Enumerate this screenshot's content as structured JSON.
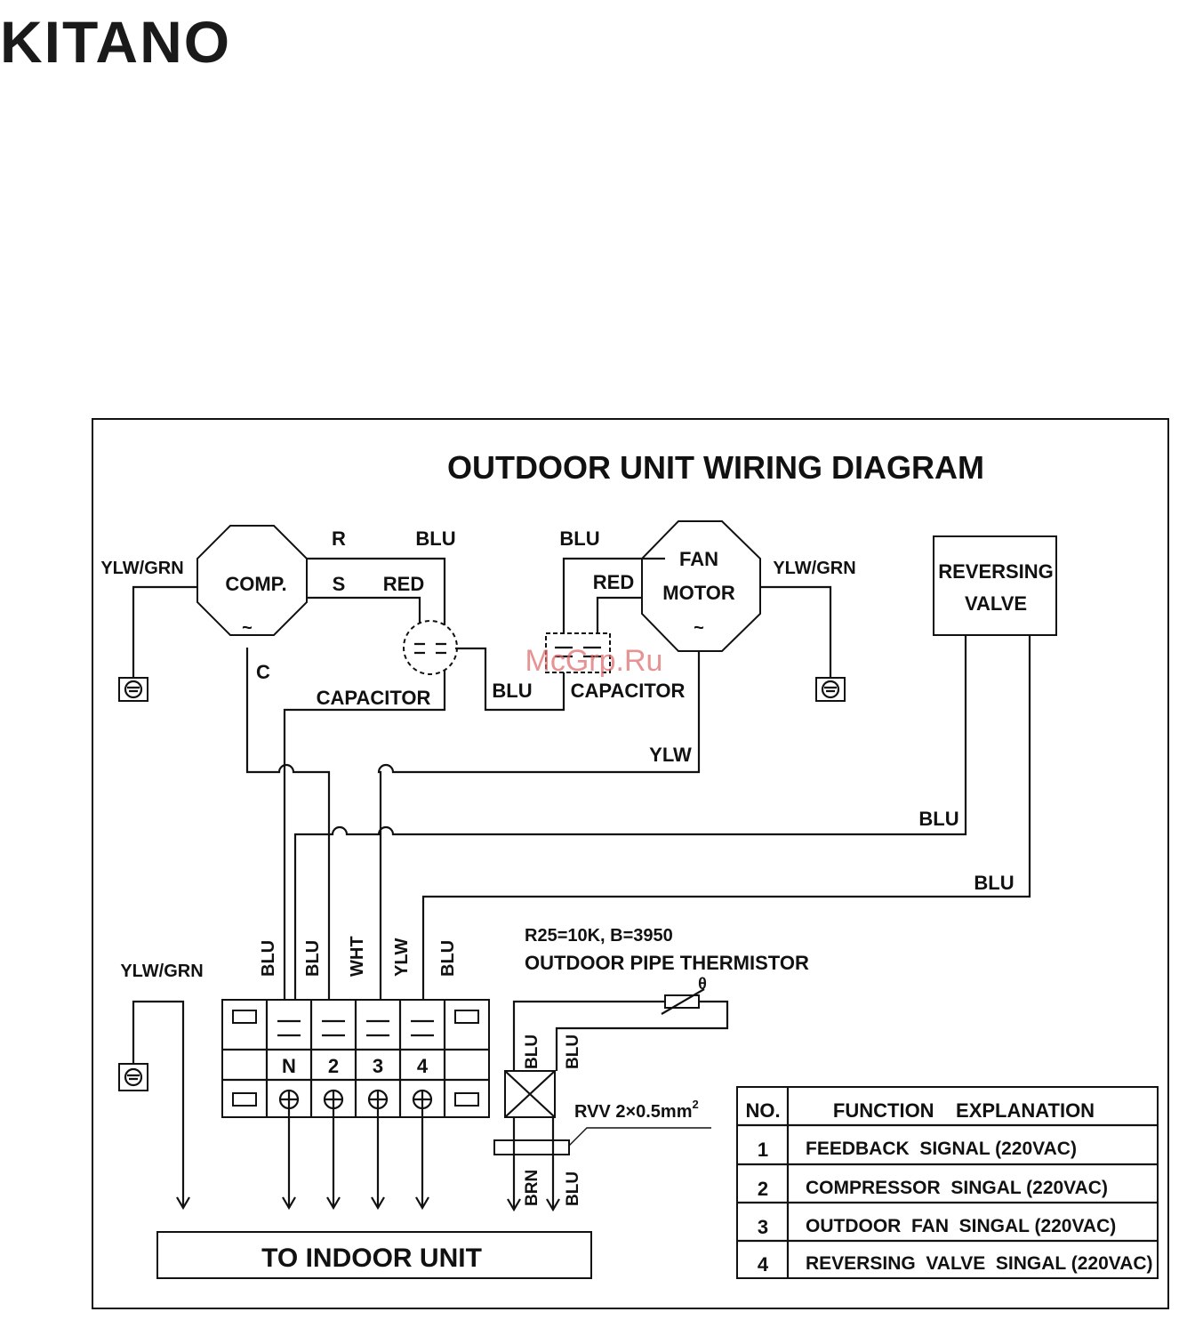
{
  "logo": {
    "text": "KITANO"
  },
  "title": "OUTDOOR UNIT WIRING DIAGRAM",
  "watermark": "McGrp.Ru",
  "components": {
    "compressor": {
      "label": "COMP.",
      "symbol": "~",
      "terminal_r": "R",
      "terminal_s": "S",
      "terminal_c": "C"
    },
    "fan_motor": {
      "line1": "FAN",
      "line2": "MOTOR",
      "symbol": "~"
    },
    "reversing_valve": {
      "line1": "REVERSING",
      "line2": "VALVE"
    },
    "capacitor_left": "CAPACITOR",
    "capacitor_right": "CAPACITOR"
  },
  "wire_labels": {
    "ylwgrn_left": "YLW/GRN",
    "ylwgrn_right": "YLW/GRN",
    "ylwgrn_bottom": "YLW/GRN",
    "blu_top_comp": "BLU",
    "red_comp": "RED",
    "blu_top_fan": "BLU",
    "red_fan": "RED",
    "blu_between_caps": "BLU",
    "ylw_fan": "YLW",
    "blu_valve_1": "BLU",
    "blu_valve_2": "BLU",
    "terminal_wires": [
      "BLU",
      "BLU",
      "WHT",
      "YLW",
      "BLU"
    ],
    "thermistor_wires": [
      "BLU",
      "BLU"
    ],
    "bottom_wires": [
      "BRN",
      "BLU"
    ]
  },
  "thermistor": {
    "spec": "R25=10K,  B=3950",
    "label": "OUTDOOR PIPE THERMISTOR",
    "symbol": "θ"
  },
  "cable": {
    "label": "RVV 2×0.5mm",
    "sup": "2"
  },
  "terminal_block": {
    "numbers": [
      "N",
      "2",
      "3",
      "4"
    ]
  },
  "to_indoor": "TO INDOOR UNIT",
  "function_table": {
    "headers": [
      "NO.",
      "FUNCTION    EXPLANATION"
    ],
    "rows": [
      {
        "no": "1",
        "text": "FEEDBACK  SIGNAL (220VAC)"
      },
      {
        "no": "2",
        "text": "COMPRESSOR  SINGAL (220VAC)"
      },
      {
        "no": "3",
        "text": "OUTDOOR  FAN  SINGAL (220VAC)"
      },
      {
        "no": "4",
        "text": "REVERSING  VALVE  SINGAL (220VAC)"
      }
    ]
  },
  "colors": {
    "ink": "#111111",
    "watermark": "#e07070",
    "logo": "#1a1a1a"
  }
}
